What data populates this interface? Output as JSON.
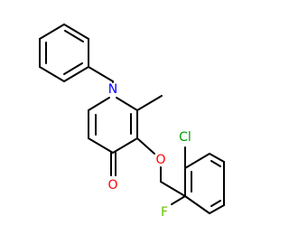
{
  "molecule": {
    "atoms": {
      "nitrogen": {
        "label": "N",
        "color": "#0000ff"
      },
      "oxygen_ring": {
        "label": "O",
        "color": "#ff0000"
      },
      "oxygen_ether": {
        "label": "O",
        "color": "#ff0000"
      },
      "chlorine": {
        "label": "Cl",
        "color": "#00a000"
      },
      "fluorine": {
        "label": "F",
        "color": "#66c000"
      }
    },
    "bond_color": "#000000"
  }
}
